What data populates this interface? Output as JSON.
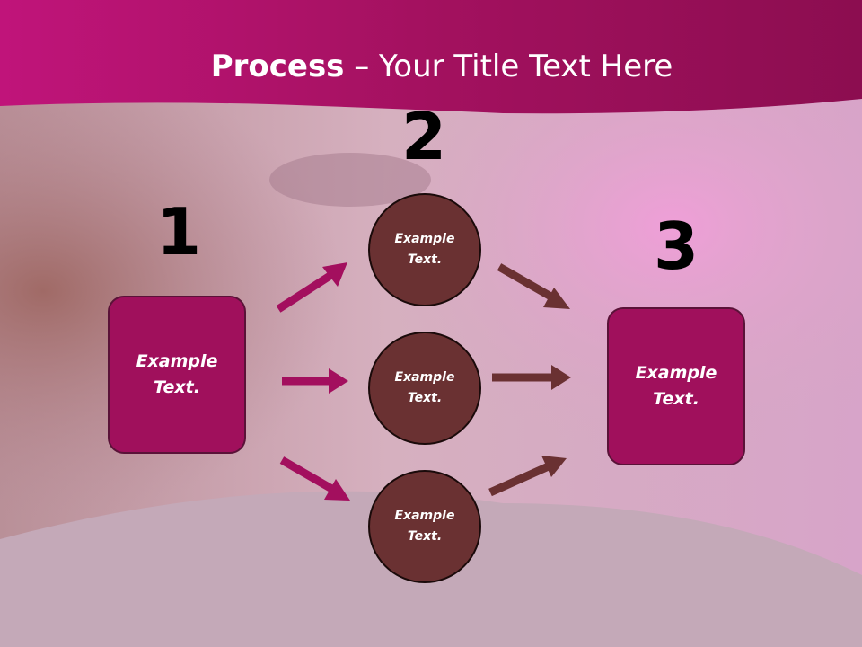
{
  "slide": {
    "title_strong": "Process",
    "title_rest": " – Your Title Text Here"
  },
  "numbers": [
    "1",
    "2",
    "3"
  ],
  "left_box": {
    "label": "Example Text."
  },
  "right_box": {
    "label": "Example Text."
  },
  "circles": [
    {
      "label": "Example Text."
    },
    {
      "label": "Example Text."
    },
    {
      "label": "Example Text."
    }
  ],
  "colors": {
    "header": "#a3115f",
    "box_fill": "#a0105c",
    "circle_fill": "#6a3132",
    "arrow_left": "#a30f5e",
    "arrow_right": "#6a3132",
    "background": "#c9a7b8"
  }
}
